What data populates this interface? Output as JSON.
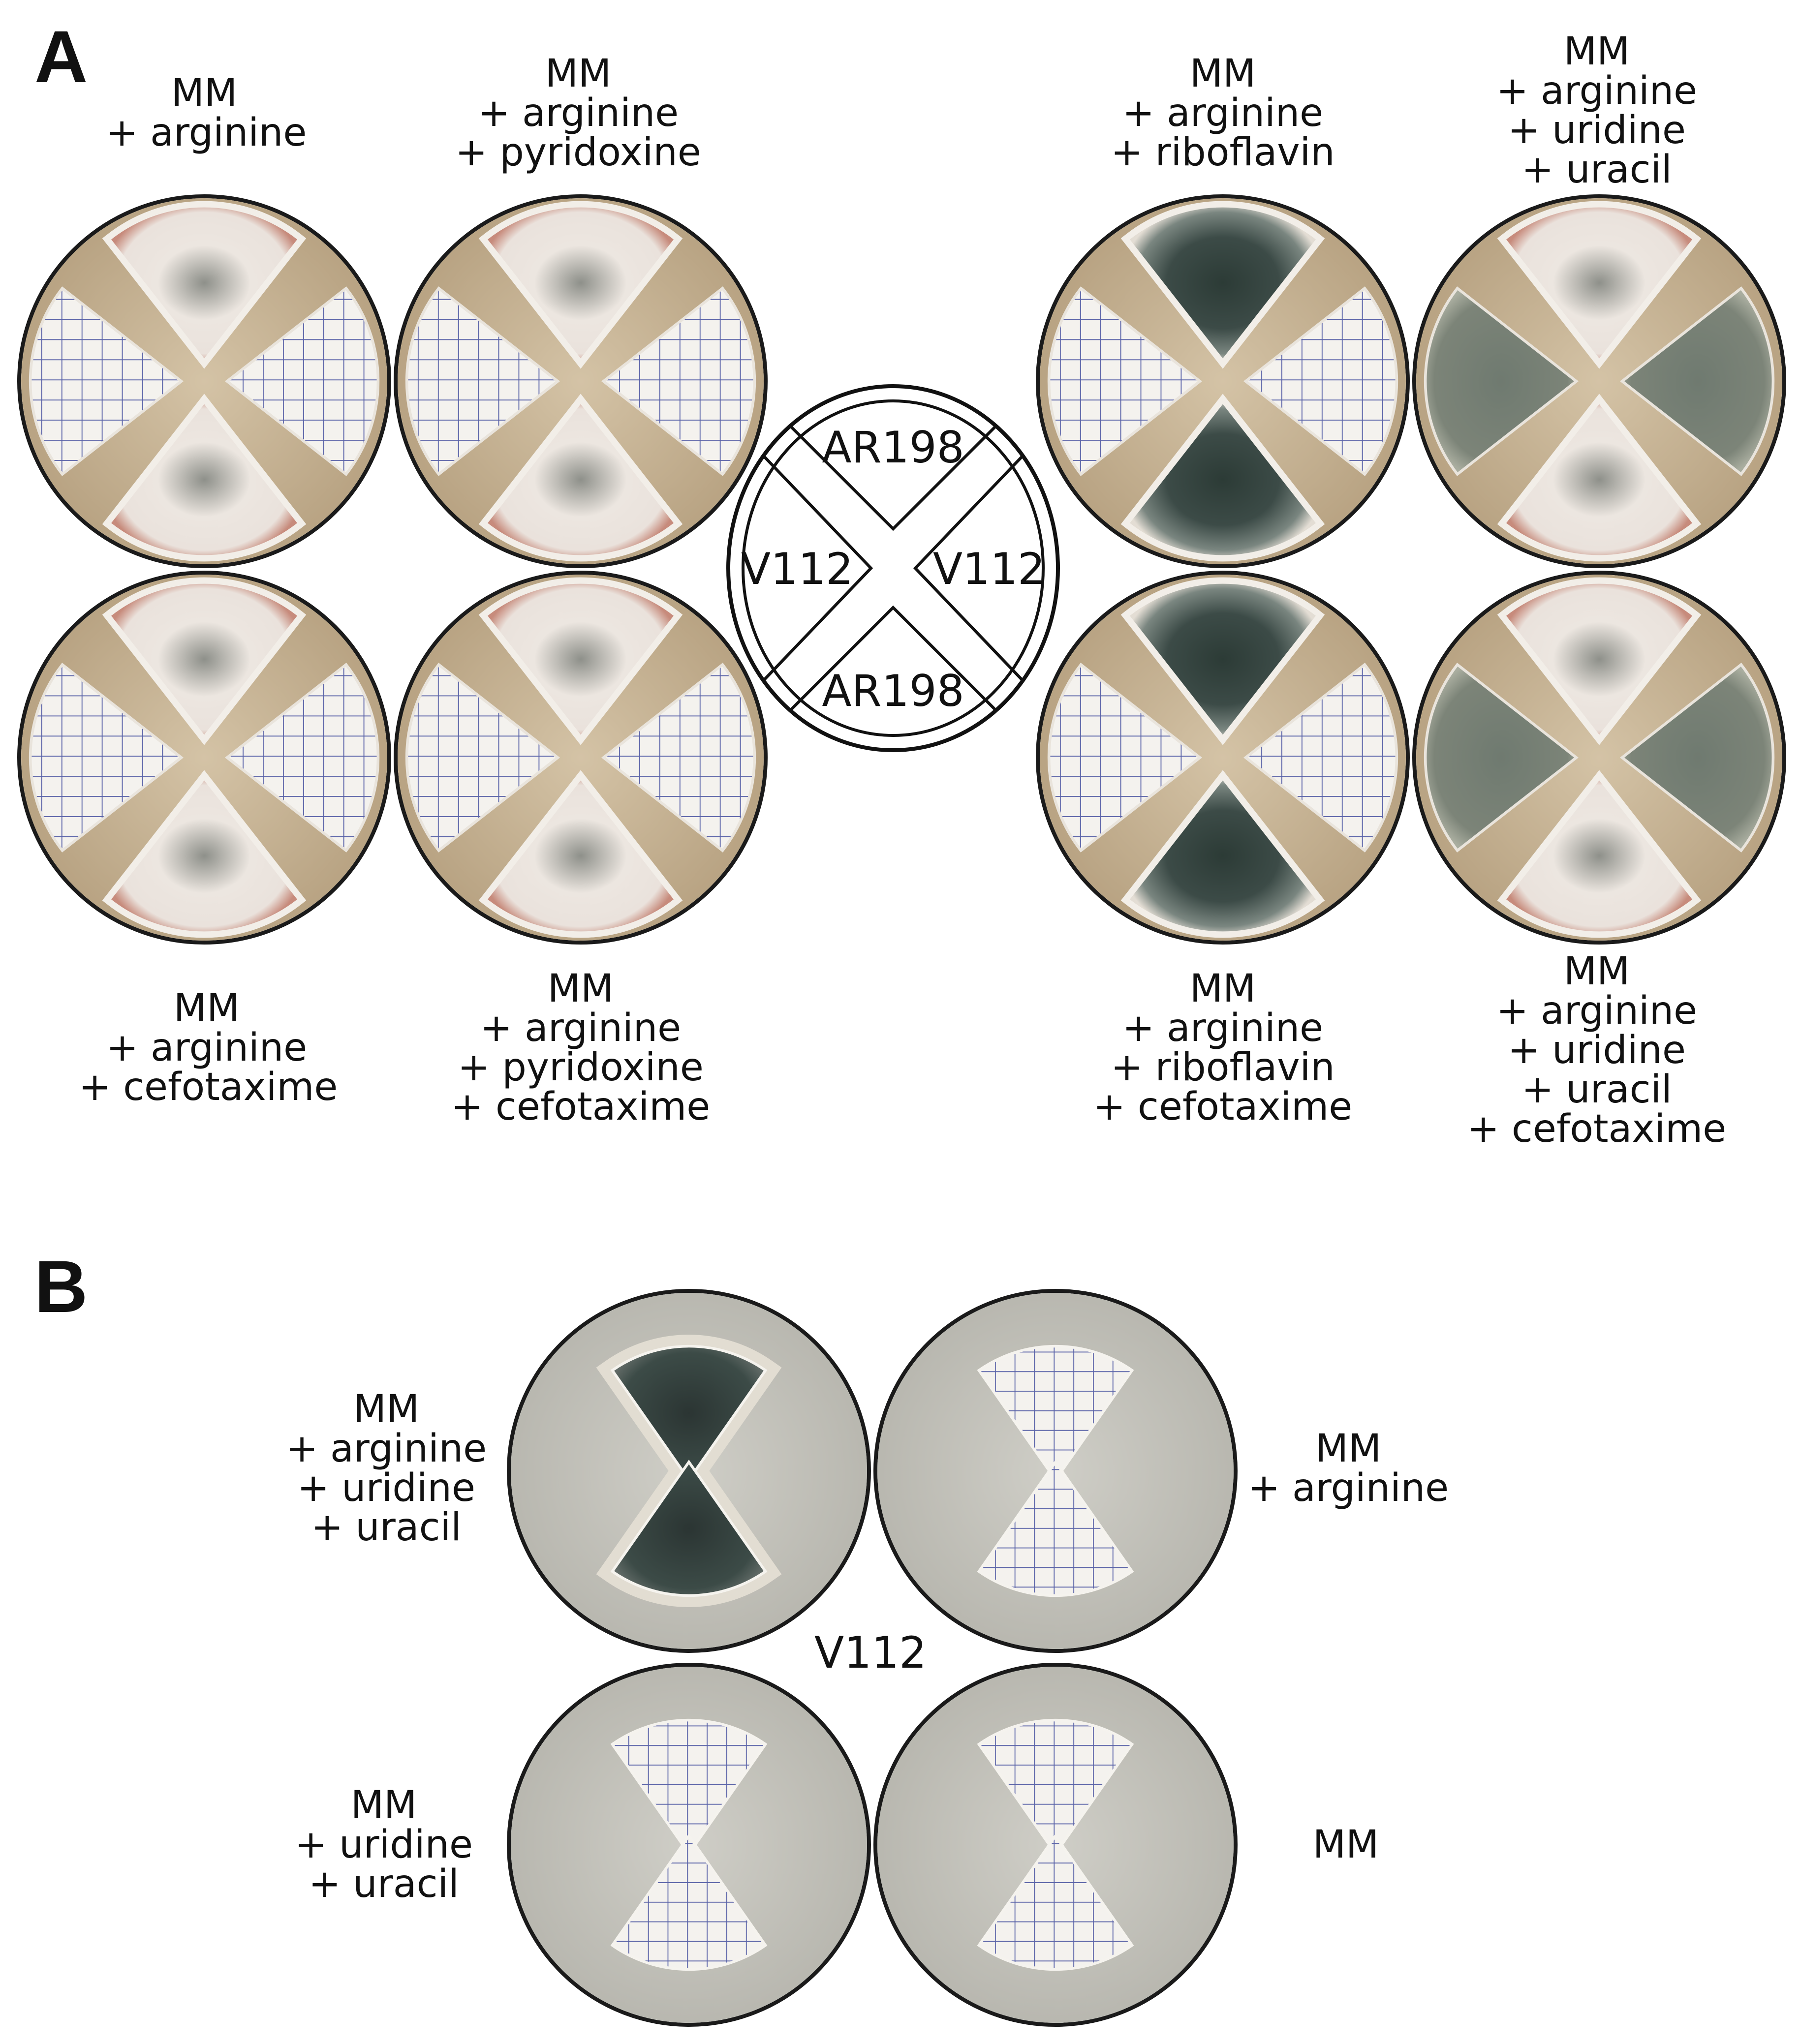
{
  "panels": [
    {
      "letter": "A"
    },
    {
      "letter": "B"
    }
  ],
  "panel_a": {
    "labels": {
      "top_1": [
        "MM",
        "+ arginine"
      ],
      "top_2": [
        "MM",
        "+ arginine",
        "+ pyridoxine"
      ],
      "top_3": [
        "MM",
        "+ arginine",
        "+ riboflavin"
      ],
      "top_4": [
        "MM",
        "+ arginine",
        "+ uridine",
        "+ uracil"
      ],
      "bottom_1": [
        "MM",
        "+ arginine",
        "+ cefotaxime"
      ],
      "bottom_2": [
        "MM",
        "+ arginine",
        "+ pyridoxine",
        "+ cefotaxime"
      ],
      "bottom_3": [
        "MM",
        "+ arginine",
        "+ riboflavin",
        "+ cefotaxime"
      ],
      "bottom_4": [
        "MM",
        "+ arginine",
        "+ uridine",
        "+ uracil",
        "+ cefotaxime"
      ]
    },
    "key": {
      "top": "AR198",
      "left": "V112",
      "right": "V112",
      "bottom": "AR198"
    }
  },
  "panel_b": {
    "center_label": "V112",
    "labels": {
      "top_left": [
        "MM",
        "+ arginine",
        "+ uridine",
        "+ uracil"
      ],
      "top_right": [
        "MM",
        "+ arginine"
      ],
      "bottom_left": [
        "MM",
        "+ uridine",
        "+ uracil"
      ],
      "bottom_right": [
        "MM"
      ]
    }
  },
  "colors": {
    "agar_a": "#c9b596",
    "agar_b": "#c4c3bb",
    "grid_paper": "#f4f2ee",
    "grid_line": "#5a63a8",
    "mycelium_light": "#ece6e0",
    "mycelium_dark": "#3c4b47",
    "sporulation_pink": "#c78b7c"
  }
}
